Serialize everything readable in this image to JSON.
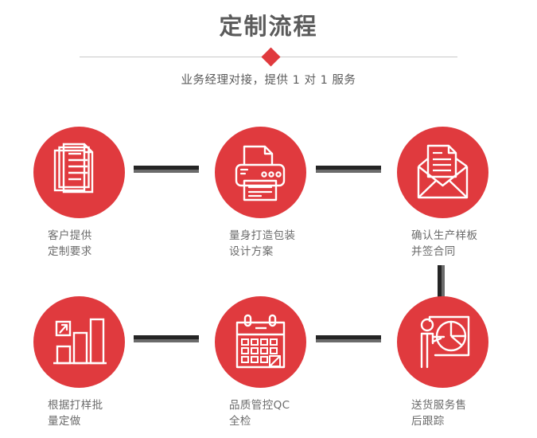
{
  "header": {
    "title": "定制流程",
    "subtitle": "业务经理对接，提供 1 对 1 服务",
    "diamond_icon": "diamond-marker",
    "title_color": "#5b5b5b",
    "accent_color": "#e03a3e",
    "divider_color": "#c9c9c9"
  },
  "flow": {
    "connector_colors": {
      "dark": "#252525",
      "shade": "#6b6b6b"
    },
    "steps": [
      {
        "index": 1,
        "icon": "documents-stack-icon",
        "label": "客户提供\n定制要求",
        "circle_color": "#e03a3e"
      },
      {
        "index": 2,
        "icon": "printer-icon",
        "label": "量身打造包装\n设计方案",
        "circle_color": "#e03a3e"
      },
      {
        "index": 3,
        "icon": "envelope-letter-icon",
        "label": "确认生产样板\n并签合同",
        "circle_color": "#e03a3e"
      },
      {
        "index": 4,
        "icon": "bar-chart-growth-icon",
        "label": "根据打样批\n量定做",
        "circle_color": "#e03a3e"
      },
      {
        "index": 5,
        "icon": "calendar-check-icon",
        "label": "品质管控QC\n全检",
        "circle_color": "#e03a3e"
      },
      {
        "index": 6,
        "icon": "presenter-pie-chart-icon",
        "label": "送货服务售\n后跟踪",
        "circle_color": "#e03a3e"
      }
    ]
  }
}
